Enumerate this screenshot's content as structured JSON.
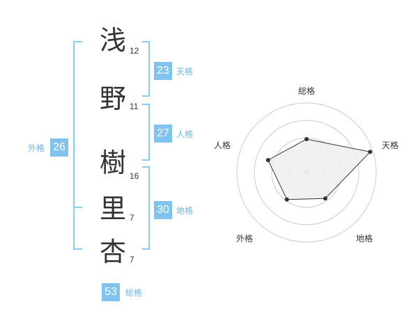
{
  "name": {
    "chars": [
      {
        "char": "浅",
        "strokes": "12"
      },
      {
        "char": "野",
        "strokes": "11"
      },
      {
        "char": "樹",
        "strokes": "16"
      },
      {
        "char": "里",
        "strokes": "7"
      },
      {
        "char": "杏",
        "strokes": "7"
      }
    ]
  },
  "fortune": {
    "tenkaku": {
      "value": "23",
      "label": "天格"
    },
    "jinkaku": {
      "value": "27",
      "label": "人格"
    },
    "chikaku": {
      "value": "30",
      "label": "地格"
    },
    "gaikaku": {
      "value": "26",
      "label": "外格"
    },
    "soukaku": {
      "value": "53",
      "label": "総格"
    }
  },
  "colors": {
    "accent": "#7fc3ee",
    "bracket": "#8ccbf0",
    "label": "#6bb8e8",
    "text": "#333333",
    "grid": "#cccccc",
    "fill": "#eeeeee",
    "line": "#333333"
  },
  "chart_data": {
    "type": "radar",
    "axes": [
      "総格",
      "天格",
      "地格",
      "外格",
      "人格"
    ],
    "values": [
      0.48,
      0.96,
      0.46,
      0.48,
      0.58
    ],
    "range": [
      0,
      1
    ],
    "rings": 4
  }
}
